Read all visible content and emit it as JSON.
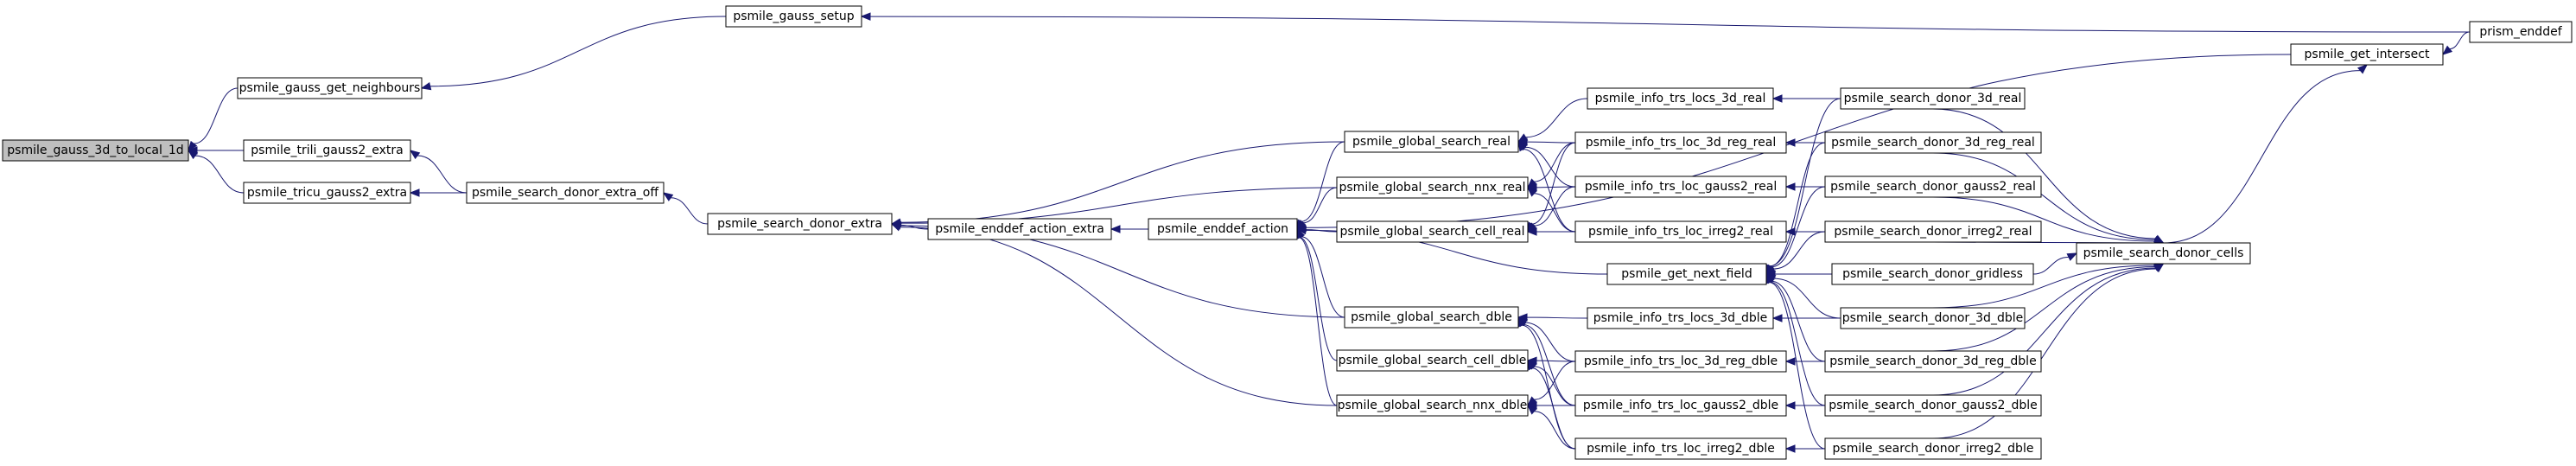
{
  "graph": {
    "edge_color": "#191970",
    "root_fill": "#bfbfbf",
    "nodes": [
      {
        "id": "n0",
        "label": "psmile_gauss_3d_to_local_1d"
      },
      {
        "id": "n1",
        "label": "psmile_gauss_get_neighbours"
      },
      {
        "id": "n2",
        "label": "psmile_gauss_setup"
      },
      {
        "id": "n3",
        "label": "prism_enddef"
      },
      {
        "id": "n4",
        "label": "psmile_trili_gauss2_extra"
      },
      {
        "id": "n5",
        "label": "psmile_search_donor_extra_off"
      },
      {
        "id": "n6",
        "label": "psmile_search_donor_extra"
      },
      {
        "id": "n7",
        "label": "psmile_tricu_gauss2_extra"
      },
      {
        "id": "n8",
        "label": "psmile_enddef_action_extra"
      },
      {
        "id": "n9",
        "label": "psmile_enddef_action"
      },
      {
        "id": "n10",
        "label": "psmile_get_intersect"
      },
      {
        "id": "n11",
        "label": "psmile_global_search_real"
      },
      {
        "id": "n12",
        "label": "psmile_global_search_nnx_real"
      },
      {
        "id": "n13",
        "label": "psmile_global_search_cell_real"
      },
      {
        "id": "n14",
        "label": "psmile_global_search_dble"
      },
      {
        "id": "n15",
        "label": "psmile_global_search_cell_dble"
      },
      {
        "id": "n16",
        "label": "psmile_global_search_nnx_dble"
      },
      {
        "id": "n17",
        "label": "psmile_get_next_field"
      },
      {
        "id": "n18",
        "label": "psmile_info_trs_locs_3d_real"
      },
      {
        "id": "n19",
        "label": "psmile_info_trs_loc_3d_reg_real"
      },
      {
        "id": "n20",
        "label": "psmile_info_trs_loc_gauss2_real"
      },
      {
        "id": "n21",
        "label": "psmile_info_trs_loc_irreg2_real"
      },
      {
        "id": "n22",
        "label": "psmile_info_trs_locs_3d_dble"
      },
      {
        "id": "n23",
        "label": "psmile_info_trs_loc_3d_reg_dble"
      },
      {
        "id": "n24",
        "label": "psmile_info_trs_loc_gauss2_dble"
      },
      {
        "id": "n25",
        "label": "psmile_info_trs_loc_irreg2_dble"
      },
      {
        "id": "n26",
        "label": "psmile_search_donor_3d_real"
      },
      {
        "id": "n27",
        "label": "psmile_search_donor_3d_reg_real"
      },
      {
        "id": "n28",
        "label": "psmile_search_donor_gauss2_real"
      },
      {
        "id": "n29",
        "label": "psmile_search_donor_irreg2_real"
      },
      {
        "id": "n30",
        "label": "psmile_search_donor_gridless"
      },
      {
        "id": "n31",
        "label": "psmile_search_donor_3d_dble"
      },
      {
        "id": "n32",
        "label": "psmile_search_donor_3d_reg_dble"
      },
      {
        "id": "n33",
        "label": "psmile_search_donor_gauss2_dble"
      },
      {
        "id": "n34",
        "label": "psmile_search_donor_irreg2_dble"
      },
      {
        "id": "n35",
        "label": "psmile_search_donor_cells"
      }
    ]
  }
}
